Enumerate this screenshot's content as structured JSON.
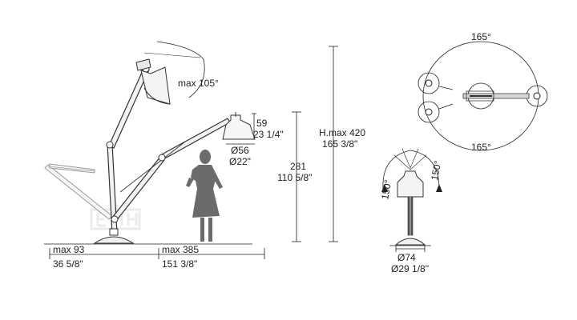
{
  "icons": {
    "person": "person-silhouette-icon",
    "floor_lamp": "floor-lamp-icon",
    "table_lamp": "table-lamp-icon",
    "top_view": "lamp-top-view-icon",
    "watermark": "brand-watermark-icon"
  },
  "colors": {
    "line": "#222222",
    "person_fill": "#6b6b6b",
    "watermark": "#d9d9d9"
  },
  "labels": {
    "tilt_angle": "max 105°",
    "shade_height_mm": "59",
    "shade_height_in": "23 1/4\"",
    "shade_diameter_mm": "Ø56",
    "shade_diameter_in": "Ø22\"",
    "lamp_height_mm": "281",
    "lamp_height_in": "110 5/8\"",
    "max_height_mm": "H.max 420",
    "max_height_in": "165 3/8\"",
    "base_reach_mm": "max 93",
    "base_reach_in": "36 5/8\"",
    "arm_reach_mm": "max 385",
    "arm_reach_in": "151 3/8\"",
    "top_rotation_upper": "165°",
    "top_rotation_lower": "165°",
    "tilt_left": "150°",
    "tilt_right": "150°",
    "base_diameter_mm": "Ø74",
    "base_diameter_in": "Ø29 1/8\""
  }
}
